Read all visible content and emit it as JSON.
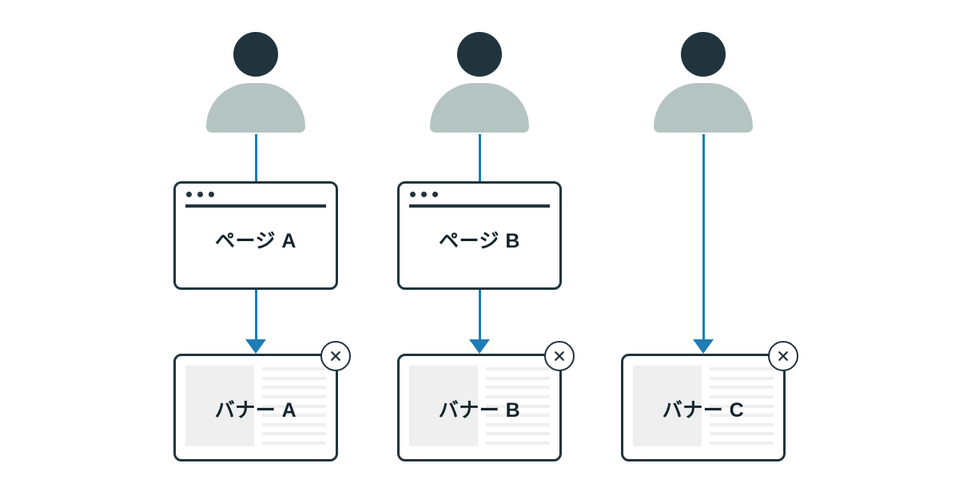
{
  "diagram": {
    "type": "flow-diagram",
    "background_color": "#ffffff",
    "colors": {
      "dark": "#21343d",
      "person_body": "#b4c4c2",
      "arrow_blue": "#1f7cb4",
      "placeholder_gray": "#efefef",
      "text": "#12242c"
    },
    "columns": [
      {
        "id": "a",
        "person": {
          "icon": "person-icon"
        },
        "has_page_window": true,
        "page_window": {
          "label": "ページ A",
          "dots": 3
        },
        "banner": {
          "label": "バナー A",
          "close_icon": "close-icon",
          "text_lines": 9
        },
        "connectors": [
          {
            "from": "person",
            "to": "page-window",
            "arrowhead": false
          },
          {
            "from": "page-window",
            "to": "banner",
            "arrowhead": true
          }
        ]
      },
      {
        "id": "b",
        "person": {
          "icon": "person-icon"
        },
        "has_page_window": true,
        "page_window": {
          "label": "ページ B",
          "dots": 3
        },
        "banner": {
          "label": "バナー B",
          "close_icon": "close-icon",
          "text_lines": 9
        },
        "connectors": [
          {
            "from": "person",
            "to": "page-window",
            "arrowhead": false
          },
          {
            "from": "page-window",
            "to": "banner",
            "arrowhead": true
          }
        ]
      },
      {
        "id": "c",
        "person": {
          "icon": "person-icon"
        },
        "has_page_window": false,
        "page_window": null,
        "banner": {
          "label": "バナー C",
          "close_icon": "close-icon",
          "text_lines": 9
        },
        "connectors": [
          {
            "from": "person",
            "to": "banner",
            "arrowhead": true
          }
        ]
      }
    ]
  }
}
